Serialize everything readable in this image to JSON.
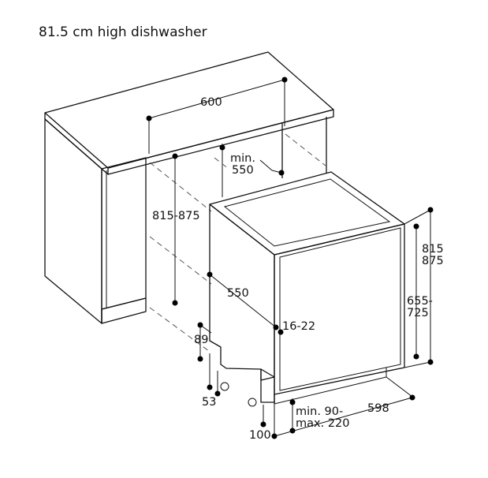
{
  "title": "81.5 cm high dishwasher",
  "labels": {
    "width_600": "600",
    "min_550_line1": "min.",
    "min_550_line2": "550",
    "height_range": "815-875",
    "depth_550": "550",
    "panel_16_22": "16-22",
    "height_815": "815",
    "height_875": "875",
    "door_655": "655-",
    "door_725": "725",
    "foot_89": "89",
    "foot_53": "53",
    "gap_min": "min. 90-",
    "gap_max": "max. 220",
    "width_598": "598",
    "offset_100": "100"
  }
}
